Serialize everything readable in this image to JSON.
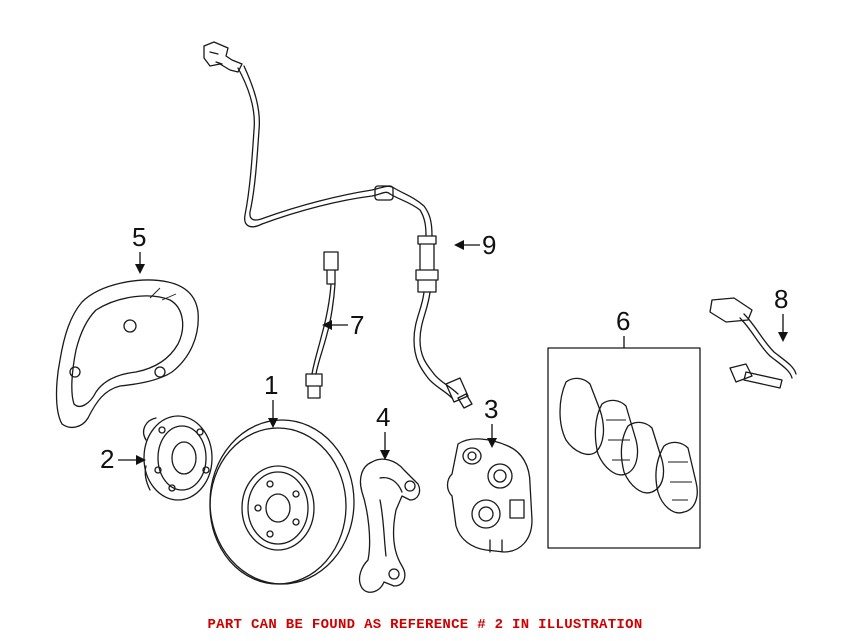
{
  "diagram": {
    "callouts": [
      {
        "id": "1",
        "label": "1"
      },
      {
        "id": "2",
        "label": "2"
      },
      {
        "id": "3",
        "label": "3"
      },
      {
        "id": "4",
        "label": "4"
      },
      {
        "id": "5",
        "label": "5"
      },
      {
        "id": "6",
        "label": "6"
      },
      {
        "id": "7",
        "label": "7"
      },
      {
        "id": "8",
        "label": "8"
      },
      {
        "id": "9",
        "label": "9"
      }
    ]
  },
  "footer": {
    "note": "PART CAN BE FOUND AS REFERENCE # 2 IN ILLUSTRATION",
    "note_color": "#d00000"
  }
}
